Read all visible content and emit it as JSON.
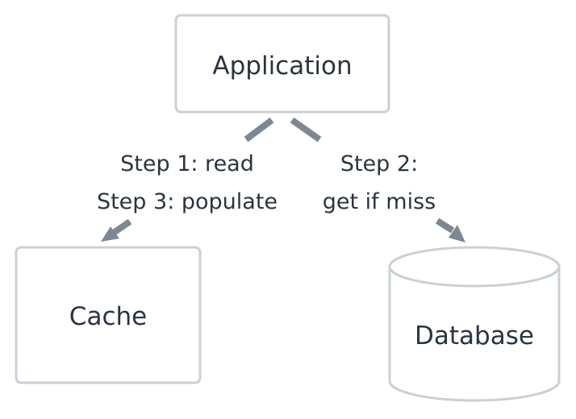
{
  "nodes": {
    "application": {
      "label": "Application"
    },
    "cache": {
      "label": "Cache"
    },
    "database": {
      "label": "Database"
    }
  },
  "edges": {
    "left": {
      "line1": "Step 1: read",
      "line2": "Step 3: populate"
    },
    "right": {
      "line1": "Step 2:",
      "line2": "get if miss"
    }
  },
  "colors": {
    "box_stroke": "#c9d0d6",
    "arrow": "#7d8892",
    "text": "#2b3440"
  }
}
